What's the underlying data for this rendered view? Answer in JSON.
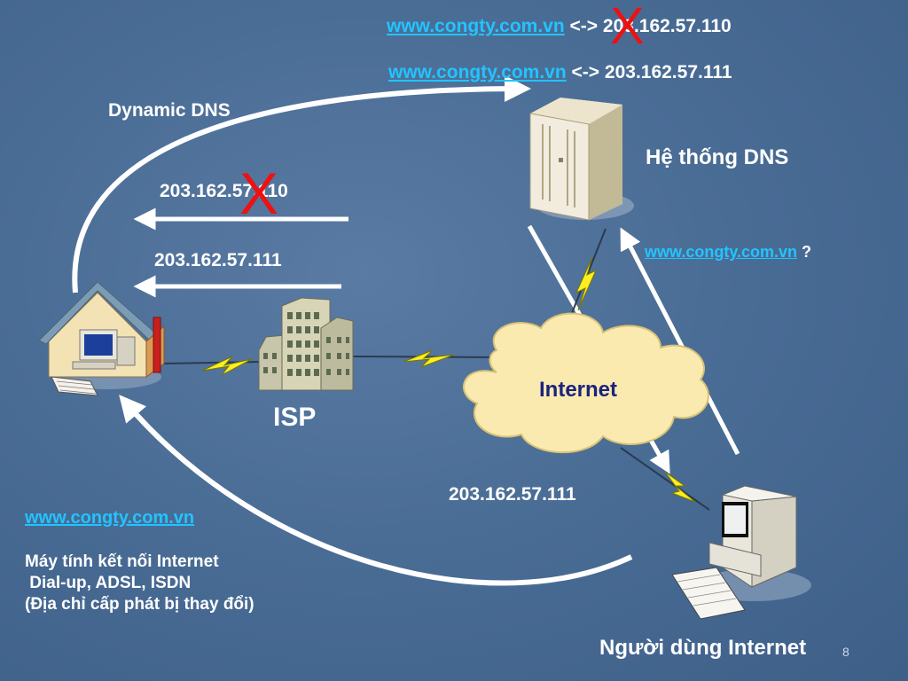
{
  "dns_records": [
    {
      "domain": "www.congty.com.vn",
      "mapping": "<-> 203.162.57.110",
      "status": "invalid"
    },
    {
      "domain": "www.congty.com.vn",
      "mapping": "<-> 203.162.57.111",
      "status": "current"
    }
  ],
  "marks": {
    "invalid": "X"
  },
  "labels": {
    "dynamic_dns": "Dynamic DNS",
    "dns_system": "Hệ thống DNS",
    "old_ip": "203.162.57.110",
    "new_ip": "203.162.57.111",
    "internet": "Internet",
    "isp": "ISP",
    "resolved_ip": "203.162.57.111",
    "internet_user": "Người dùng Internet"
  },
  "query": {
    "domain": "www.congty.com.vn",
    "mark": "?"
  },
  "home": {
    "domain": "www.congty.com.vn",
    "lines": [
      "Máy tính kết nối Internet",
      " Dial-up, ADSL, ISDN",
      "(Địa chỉ cấp phát bị thay đổi)"
    ]
  },
  "slide": {
    "number": "8"
  },
  "colors": {
    "background": "#4a6d96",
    "link": "#22c4ff",
    "invalid_mark": "#ee1111",
    "cloud": "#fbeab0",
    "lightning": "#ffee22"
  },
  "icons": [
    "dns-server-icon",
    "isp-building-icon",
    "home-computer-icon",
    "user-computer-icon",
    "internet-cloud-icon",
    "lightning-icon"
  ]
}
